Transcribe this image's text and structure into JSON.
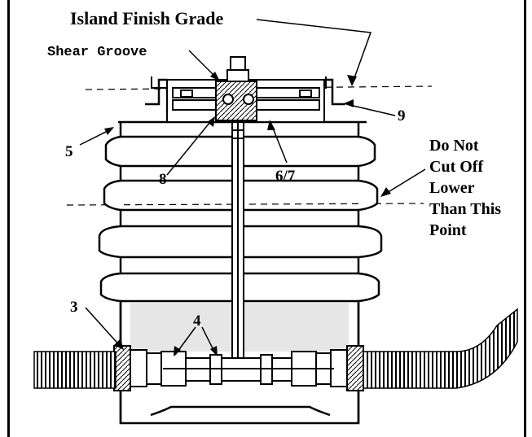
{
  "labels": {
    "island_finish_grade": "Island Finish Grade",
    "shear_groove": "Shear Groove",
    "num_3": "3",
    "num_4": "4",
    "num_5": "5",
    "num_67": "6/7",
    "num_8": "8",
    "num_9": "9",
    "cutoff_line1": "Do Not",
    "cutoff_line2": "Cut Off",
    "cutoff_line3": "Lower",
    "cutoff_line4": "Than This",
    "cutoff_line5": "Point"
  },
  "colors": {
    "ink": "#000000",
    "background": "#ffffff",
    "shade": "#e6e6e6"
  }
}
